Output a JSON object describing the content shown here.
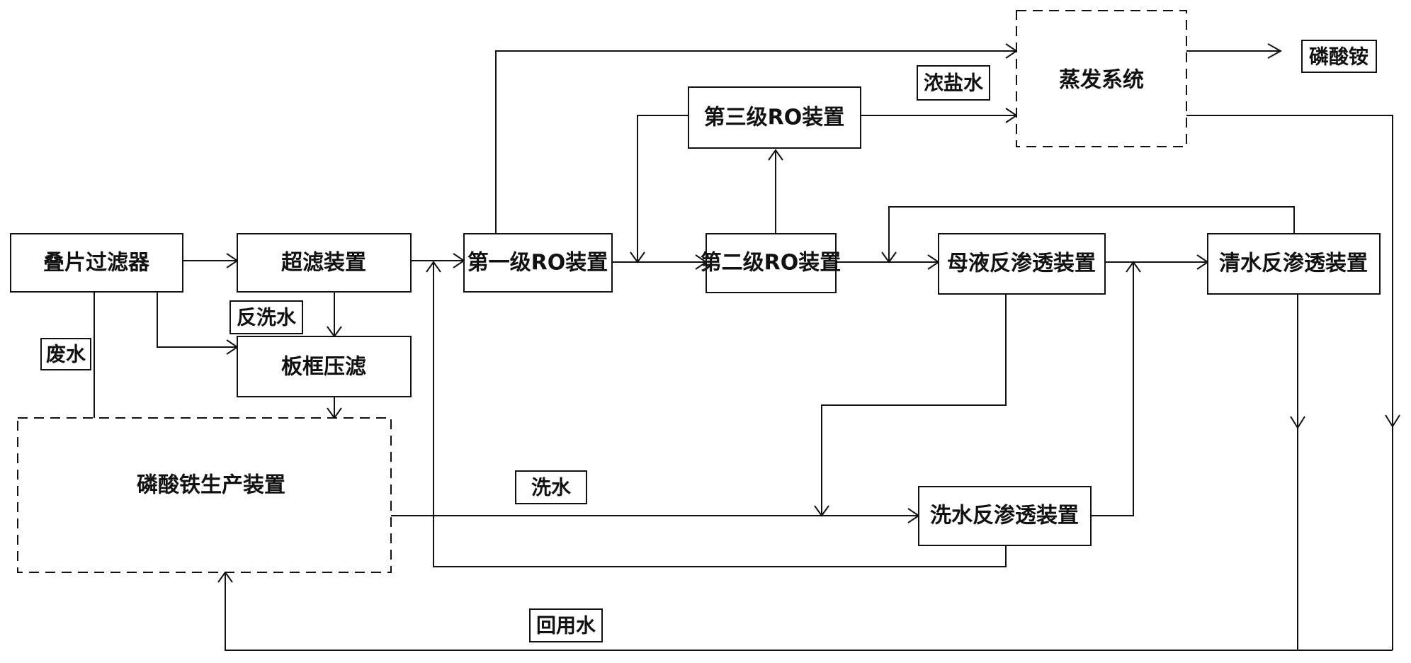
{
  "colors": {
    "stroke": "#111111",
    "background": "#ffffff"
  },
  "nodes": {
    "stack_filter": "叠片过滤器",
    "ultrafiltration": "超滤装置",
    "plate_press": "板框压滤",
    "fp_production": "磷酸铁生产装置",
    "ro_stage1": "第一级RO装置",
    "ro_stage2": "第二级RO装置",
    "ro_stage3": "第三级RO装置",
    "evaporation": "蒸发系统",
    "mother_ro": "母液反渗透装置",
    "clear_ro": "清水反渗透装置",
    "wash_ro": "洗水反渗透装置"
  },
  "labels": {
    "ammonium_phosphate": "磷酸铵",
    "brine": "浓盐水",
    "backwash": "反洗水",
    "wastewater": "废水",
    "wash_water": "洗水",
    "reuse_water": "回用水"
  }
}
